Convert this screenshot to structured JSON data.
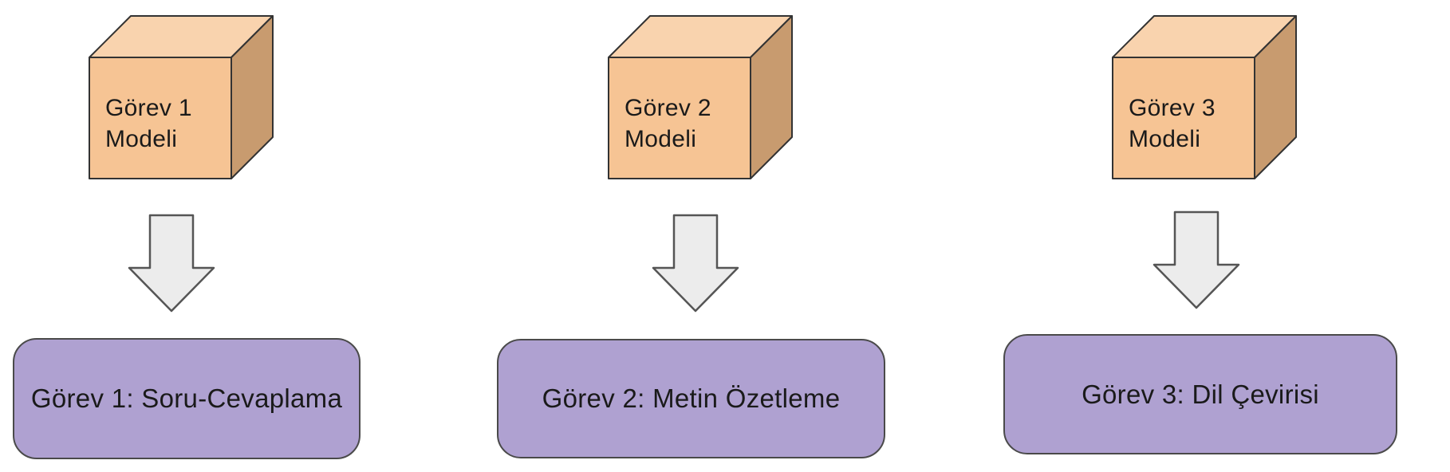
{
  "diagram": {
    "title": "task-models-to-tasks-flow",
    "columns": [
      {
        "model_line1": "Görev 1",
        "model_line2": "Modeli",
        "task_label": "Görev 1: Soru-Cevaplama"
      },
      {
        "model_line1": "Görev 2",
        "model_line2": "Modeli",
        "task_label": "Görev 2: Metin Özetleme"
      },
      {
        "model_line1": "Görev 3",
        "model_line2": "Modeli",
        "task_label": "Görev 3: Dil Çevirisi"
      }
    ],
    "icons": {
      "model_icon": "cube-3d-icon",
      "flow_icon": "down-arrow-icon"
    },
    "colors": {
      "cube_front": "#F6C494",
      "cube_top": "#F9D3AE",
      "cube_side": "#C89B6F",
      "cube_border": "#333333",
      "arrow_fill": "#ECECEC",
      "arrow_border": "#555555",
      "task_fill": "#AFA1D1",
      "task_border": "#4A4A4A",
      "text": "#1A1A1A",
      "background": "#FFFFFF"
    }
  }
}
